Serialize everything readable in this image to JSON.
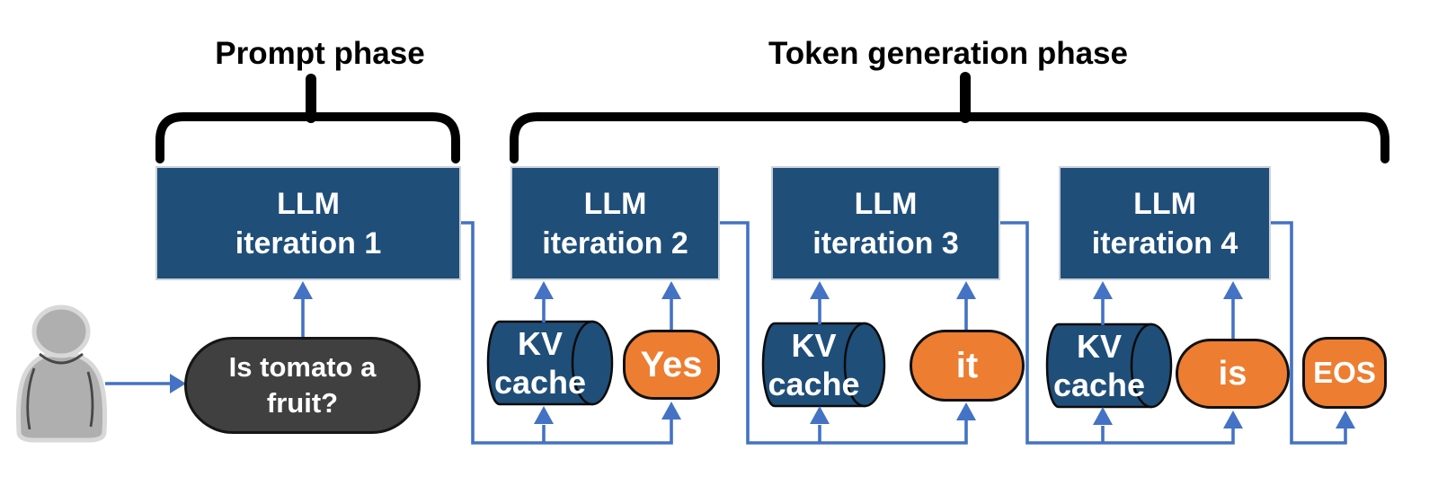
{
  "labels": {
    "prompt_phase": "Prompt phase",
    "token_generation_phase": "Token generation phase"
  },
  "iterations": [
    {
      "line1": "LLM",
      "line2": "iteration 1"
    },
    {
      "line1": "LLM",
      "line2": "iteration 2"
    },
    {
      "line1": "LLM",
      "line2": "iteration 3"
    },
    {
      "line1": "LLM",
      "line2": "iteration 4"
    }
  ],
  "kv_caches": [
    {
      "line1": "KV",
      "line2": "cache"
    },
    {
      "line1": "KV",
      "line2": "cache"
    },
    {
      "line1": "KV",
      "line2": "cache"
    }
  ],
  "tokens": [
    {
      "label": "Yes"
    },
    {
      "label": "it"
    },
    {
      "label": "is"
    },
    {
      "label": "EOS"
    }
  ],
  "prompt_bubble": {
    "line1": "Is tomato a",
    "line2": "fruit?"
  },
  "icons": {
    "person": "person-silhouette-icon",
    "kv_cache": "cylinder-database-icon"
  },
  "colors": {
    "llm_box_blue": "#1F4E79",
    "token_orange": "#ED7D31",
    "arrow_blue": "#4472C4",
    "prompt_bubble_gray": "#404040",
    "person_gray": "#AFAFAF",
    "brace_black": "#000000"
  }
}
